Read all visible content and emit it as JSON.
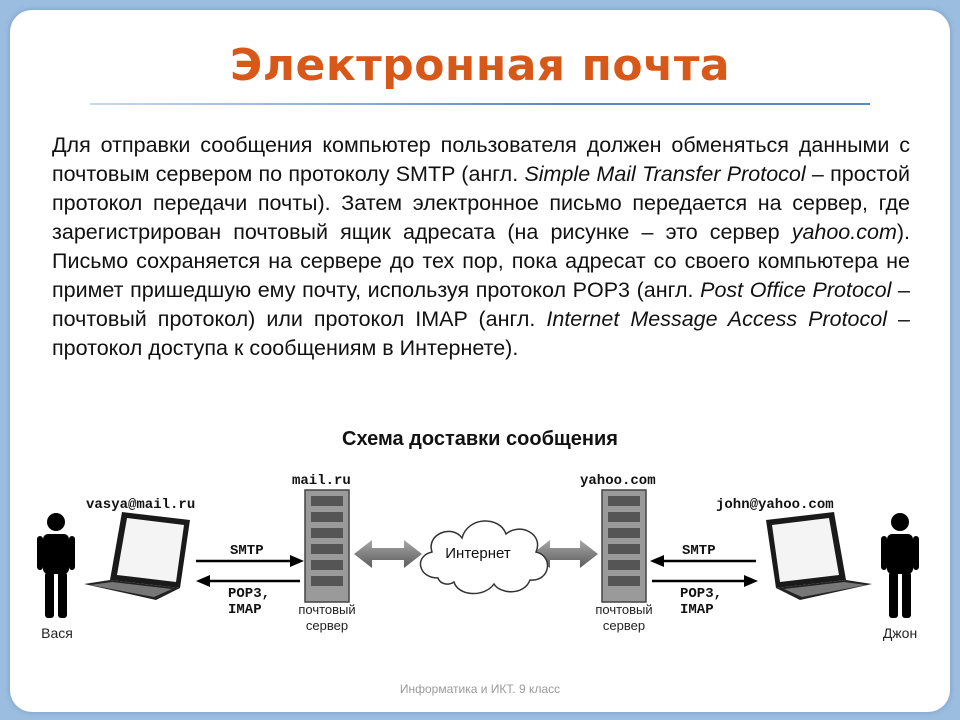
{
  "title": "Электронная почта",
  "paragraph": {
    "s1": "Для отправки сообщения компьютер пользователя должен обменяться данными с почтовым сервером по протоколу SMTP (англ. ",
    "s1_italic": "Simple Mail Transfer Protocol",
    "s2": " – простой протокол передачи почты). Затем электронное письмо передается на сервер, где зарегистрирован почтовый ящик адресата (на рисунке – это сервер ",
    "s2_italic": "yahoo.com",
    "s3": "). Письмо сохраняется на сервере до тех пор, пока адресат  со своего компьютера не примет пришедшую ему почту, используя протокол POP3 (англ. ",
    "s3_italic": "Post Office Protocol",
    "s4": " – почтовый протокол) или протокол IMAP (англ. ",
    "s4_italic": "Internet Message Access Protocol",
    "s5": " – протокол доступа к сообщениям в Интернете)."
  },
  "diagram": {
    "title": "Схема доставки сообщения",
    "sender_email": "vasya@mail.ru",
    "sender_name": "Вася",
    "sender_server": "mail.ru",
    "receiver_server": "yahoo.com",
    "receiver_email": "john@yahoo.com",
    "receiver_name": "Джон",
    "internet": "Интернет",
    "smtp": "SMTP",
    "pop3": "POP3,",
    "imap": "IMAP",
    "server_label_line1": "почтовый",
    "server_label_line2": "сервер"
  },
  "footer": "Информатика и ИКТ. 9 класс"
}
